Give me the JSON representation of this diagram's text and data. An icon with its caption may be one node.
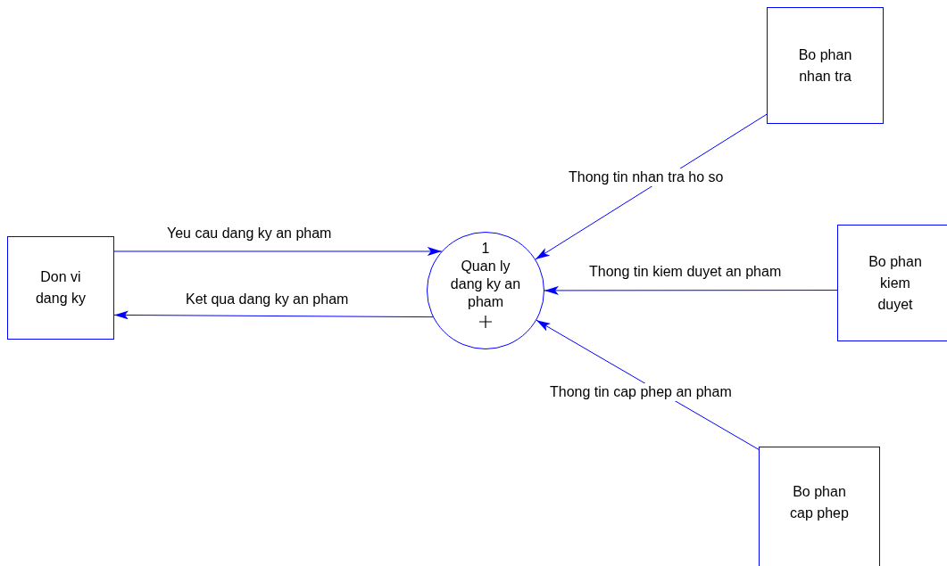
{
  "diagram": {
    "nodes": [
      {
        "text": [
          "Don vi dang ky"
        ]
      },
      {
        "text": [
          "1",
          "Quan ly dang ky an pham"
        ]
      },
      {
        "text": [
          "Bo phan nhan tra"
        ]
      },
      {
        "text": [
          "Bo phan kiem duyet"
        ]
      },
      {
        "text": [
          "Bo phan cap phep"
        ]
      }
    ],
    "edges": [
      {
        "from": 0,
        "to": 1,
        "arrow": "to",
        "label": "Yeu cau dang ky an pham"
      },
      {
        "from": 1,
        "to": 0,
        "arrow": "to",
        "label": "Ket qua dang ky an pham"
      },
      {
        "from": 2,
        "to": 1,
        "arrow": "to",
        "label": "Thong tin nhan tra ho so"
      },
      {
        "from": 3,
        "to": 1,
        "arrow": "to",
        "label": "Thong tin kiem duyet an pham"
      },
      {
        "from": 4,
        "to": 1,
        "arrow": "to",
        "label": "Thong tin cap phep an pham"
      }
    ]
  }
}
